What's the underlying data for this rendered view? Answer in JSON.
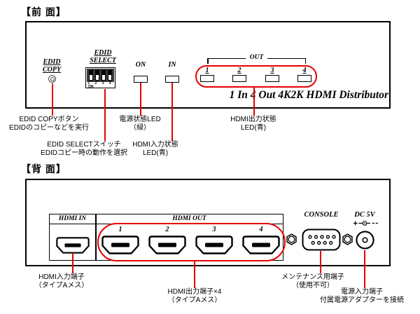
{
  "colors": {
    "accent_red": "#e60000",
    "ink": "#000000",
    "background": "#ffffff"
  },
  "front": {
    "section_label": "【前 面】",
    "edid_copy_label_line1": "EDID",
    "edid_copy_label_line2": "COPY",
    "edid_select_label_line1": "EDID",
    "edid_select_label_line2": "SELECT",
    "dip_numbers": "1 2 3 4",
    "dip_on_label": "ON",
    "power_led_label": "ON",
    "input_led_label": "IN",
    "out_group_label": "OUT",
    "out_led_numbers": [
      "1",
      "2",
      "3",
      "4"
    ],
    "device_title": "1 In 4 Out 4K2K HDMI Distributor",
    "callouts": {
      "edid_copy": {
        "line1": "EDID COPYボタン",
        "line2": "EDIDのコピーなどを実行"
      },
      "edid_select": {
        "line1": "EDID SELECTスイッチ",
        "line2": "EDIDコピー時の動作を選択"
      },
      "power_led": {
        "line1": "電源状態LED",
        "line2": "（緑）"
      },
      "input_led": {
        "line1": "HDMI入力状態",
        "line2": "LED(青)"
      },
      "output_led": {
        "line1": "HDMI出力状態",
        "line2": "LED(青)"
      }
    }
  },
  "back": {
    "section_label": "【背 面】",
    "hdmi_in_label": "HDMI IN",
    "hdmi_out_label": "HDMI OUT",
    "out_port_numbers": [
      "1",
      "2",
      "3",
      "4"
    ],
    "console_label": "CONSOLE",
    "dc_label": "DC 5V",
    "callouts": {
      "hdmi_in": {
        "line1": "HDMI入力端子",
        "line2": "（タイプAメス）"
      },
      "hdmi_out": {
        "line1": "HDMI出力端子×4",
        "line2": "（タイプAメス）"
      },
      "console": {
        "line1": "メンテナンス用端子",
        "line2": "（使用不可）"
      },
      "power_in": {
        "line1": "電源入力端子",
        "line2": "付属電源アダプターを接続"
      }
    }
  }
}
